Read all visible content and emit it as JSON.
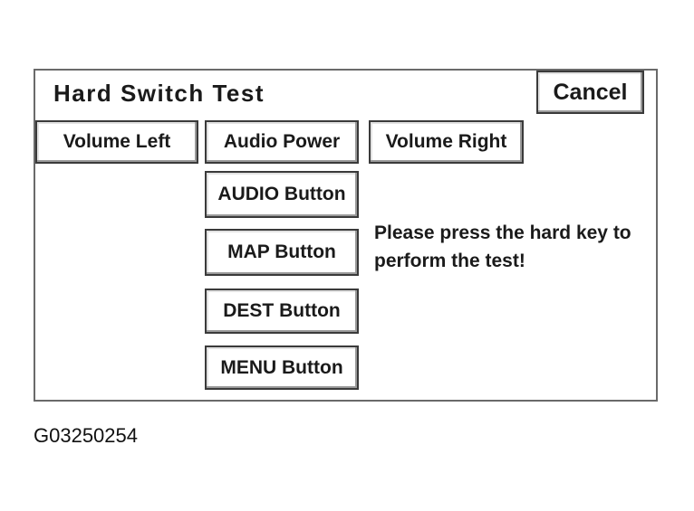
{
  "screen": {
    "title": "Hard Switch Test",
    "cancel_label": "Cancel",
    "buttons": {
      "volume_left": "Volume Left",
      "audio_power": "Audio Power",
      "volume_right": "Volume Right",
      "audio": "AUDIO Button",
      "map": "MAP Button",
      "dest": "DEST Button",
      "menu": "MENU Button"
    },
    "message": "Please press the hard key to perform the test!"
  },
  "figure_code": "G03250254"
}
